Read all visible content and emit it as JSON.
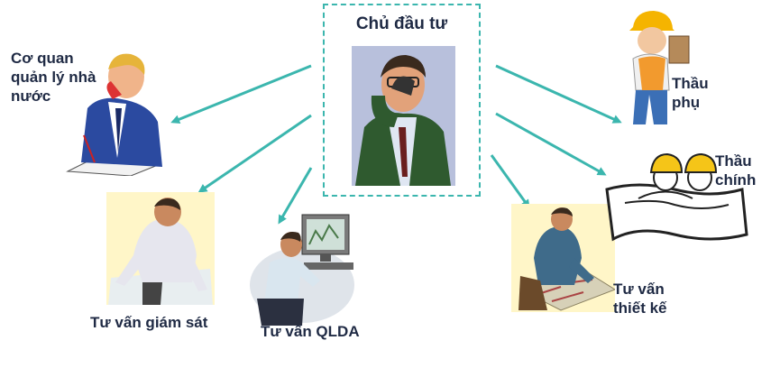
{
  "center": {
    "title": "Chủ đầu tư"
  },
  "nodes": {
    "state_agency": {
      "label": "Cơ quan quản lý nhà nước"
    },
    "supervision": {
      "label": "Tư vấn giám sát"
    },
    "pm_consultant": {
      "label": "Tư vấn QLDA"
    },
    "design_consultant": {
      "label": "Tư vấn thiết kế"
    },
    "main_contractor": {
      "label": "Thầu chính"
    },
    "subcontractor": {
      "label": "Thầu phụ"
    }
  },
  "colors": {
    "arrow": "#3bb6ae",
    "box_border": "#3bb6ae",
    "text": "#1f2a44"
  }
}
